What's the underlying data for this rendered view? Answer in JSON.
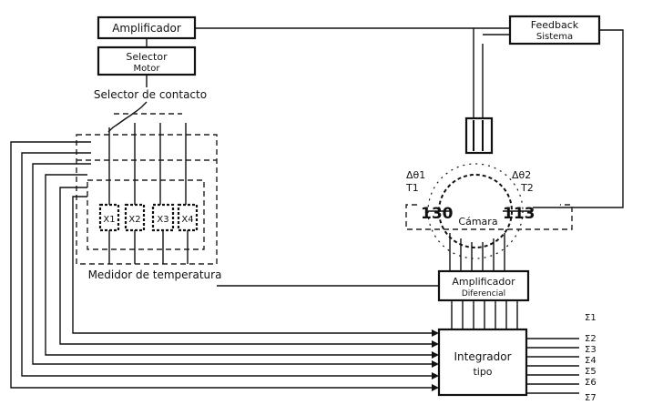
{
  "blocks": {
    "amp_top": "Amplificador",
    "selector": "Selector",
    "selector_sub": "Motor",
    "feedback_top": "Feedback",
    "feedback_top_sub": "Sistema",
    "switch_label": "Selector de contacto",
    "bottom_label": "Medidor de temperatura",
    "amp_mid": "Amplificador",
    "amp_mid_sub": "Diferencial",
    "integrator": "Integrador",
    "integrator_sub": "tipo"
  },
  "channels": [
    "X1",
    "X2",
    "X3",
    "X4"
  ],
  "sensor": {
    "left_tag": "Δθ1",
    "right_tag": "Δθ2",
    "left_elem": "T1",
    "right_elem": "T2",
    "left_value": "130",
    "right_value": "113",
    "center": "Cámara"
  },
  "outputs": [
    "Σ1",
    "Σ2",
    "Σ3",
    "Σ4",
    "Σ5",
    "Σ6",
    "Σ7"
  ],
  "colors": {
    "ink": "#111111",
    "background": "#ffffff"
  }
}
